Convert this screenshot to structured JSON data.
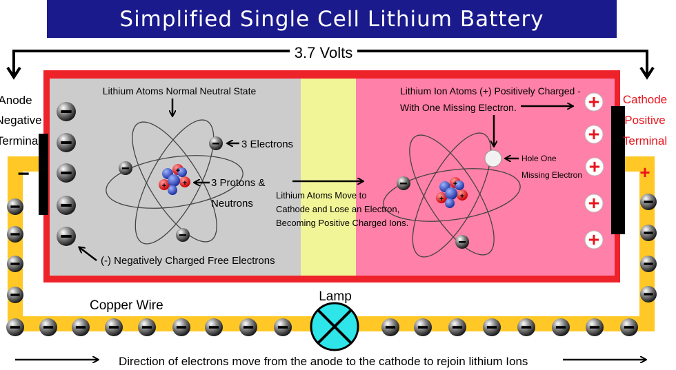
{
  "title": "Simplified Single Cell Lithium Battery",
  "voltage_label": "3.7 Volts",
  "anode": {
    "line1": "Anode",
    "line2": "Negative",
    "line3": "Terminal",
    "sign": "−"
  },
  "cathode": {
    "line1": "Cathode",
    "line2": "Positive",
    "line3": "Terminal",
    "sign": "+"
  },
  "labels": {
    "neutral_state": "Lithium Atoms Normal Neutral State",
    "three_electrons": "3 Electrons",
    "protons_line1": "3 Protons &",
    "protons_line2": "Neutrons",
    "free_electrons": "(-) Negatively Charged Free Electrons",
    "move_line1": "Lithium Atoms Move to",
    "move_line2": "Cathode and Lose an Electron,",
    "move_line3": "Becoming Positive Charged Ions.",
    "ion_line1": "Lithium Ion Atoms  (+) Positively Charged -",
    "ion_line2": "With One Missing Electron.",
    "hole_line1": "Hole One",
    "hole_line2": "Missing Electron",
    "copper_wire": "Copper Wire",
    "lamp": "Lamp",
    "direction": "Direction of electrons move from the anode to the cathode to rejoin lithium Ions"
  },
  "colors": {
    "title_bg": "#1a1a8c",
    "battery_border": "#ee2229",
    "anode_region": "#cccccc",
    "separator": "#f1f598",
    "cathode_region": "#ff80a8",
    "wire": "#ffc826",
    "lamp": "#2ee6ea",
    "cathode_text": "#e8141c"
  }
}
